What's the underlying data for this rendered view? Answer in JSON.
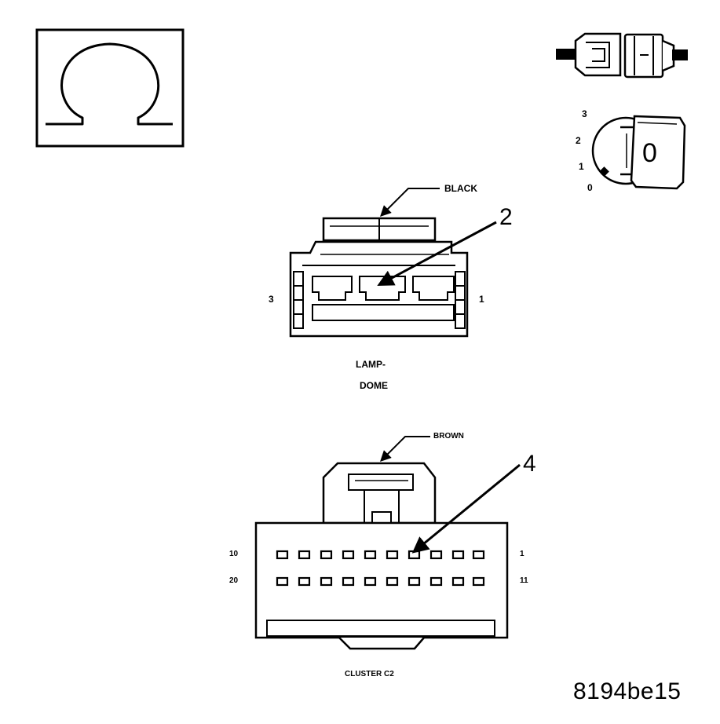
{
  "meter": {
    "symbol": "Ω"
  },
  "ignition": {
    "positions": [
      "3",
      "2",
      "1",
      "0"
    ],
    "key_label": "0"
  },
  "lamp_dome": {
    "color_label": "BLACK",
    "callout": "2",
    "left_pin": "3",
    "right_pin": "1",
    "name_line1": "LAMP-",
    "name_line2": "DOME"
  },
  "cluster_c2": {
    "color_label": "BROWN",
    "callout": "4",
    "row1_left": "10",
    "row1_right": "1",
    "row2_left": "20",
    "row2_right": "11",
    "name": "CLUSTER C2"
  },
  "figure_id": "8194be15"
}
